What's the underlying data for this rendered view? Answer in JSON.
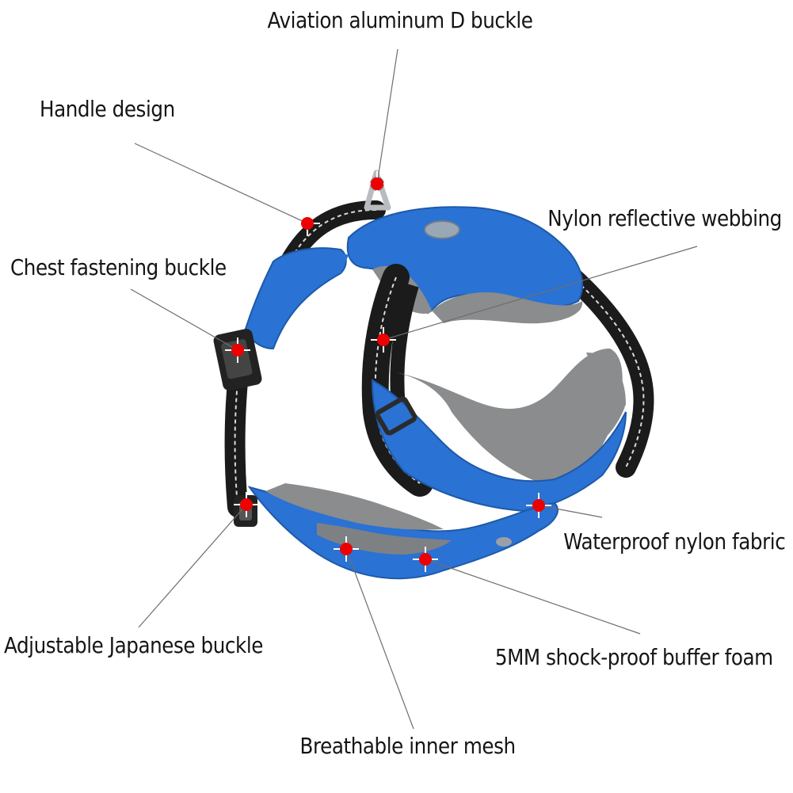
{
  "labels": {
    "d_buckle": "Aviation aluminum D buckle",
    "handle": "Handle design",
    "nylon_webbing": "Nylon reflective webbing",
    "chest_buckle": "Chest fastening buckle",
    "waterproof_fabric": "Waterproof nylon fabric",
    "japanese_buckle": "Adjustable Japanese buckle",
    "buffer_foam": "5MM shock-proof buffer foam",
    "inner_mesh": "Breathable inner mesh"
  },
  "colors": {
    "harness_blue": "#2a72d4",
    "harness_blue_dark": "#1d5aa8",
    "padding_gray": "#8a8c8e",
    "webbing_black": "#1b1b1b",
    "reflective_stripe": "#d9d9d9",
    "marker_red": "#ee0000",
    "leader_line": "#6e6e6e"
  }
}
